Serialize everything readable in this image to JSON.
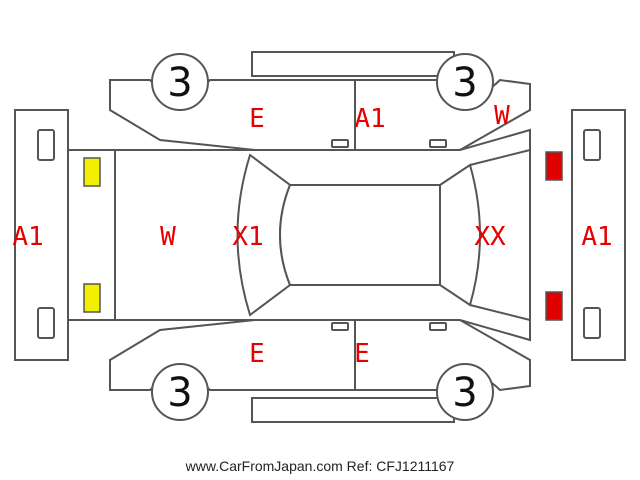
{
  "damage_codes": {
    "rear_bumper": "A1",
    "rear_section": "W",
    "rear_window": "X1",
    "right_rear_door": "E",
    "right_front_door": "A1",
    "right_front_fender": "W",
    "windshield": "XX",
    "front_bumper": "A1",
    "left_rear_door": "E",
    "left_front_door": "E"
  },
  "tire_grades": {
    "right_rear": "3",
    "right_front": "3",
    "left_rear": "3",
    "left_front": "3"
  },
  "colors": {
    "damage_code": "#e60000",
    "rear_lamp": "#f0f000",
    "front_lamp": "#e00000",
    "outline": "#555555"
  },
  "footer": {
    "text": "www.CarFromJapan.com Ref: CFJ1211167"
  }
}
